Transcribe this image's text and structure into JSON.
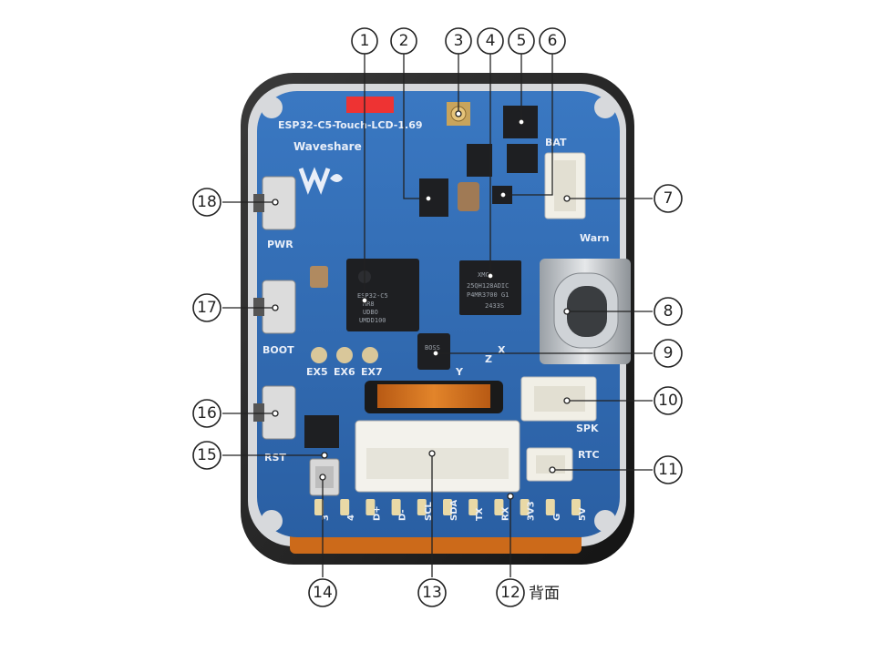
{
  "board": {
    "model": "ESP32-C5-Touch-LCD-1.69",
    "brand": "Waveshare",
    "mcu_marking": [
      "ESP32-C5",
      "HR8",
      "UDBO",
      "UMDD100"
    ],
    "flash_marking": [
      "XMC",
      "25QH128ADIC",
      "P4MR3700 G1",
      "2433S"
    ],
    "imu_marking": "BOSS"
  },
  "silkscreen": {
    "pwr": "PWR",
    "boot": "BOOT",
    "rst": "RST",
    "bat": "BAT",
    "warn": "Warn",
    "spk": "SPK",
    "rtc": "RTC",
    "ex5": "EX5",
    "ex6": "EX6",
    "ex7": "EX7",
    "axis_x": "X",
    "axis_y": "Y",
    "axis_z": "Z"
  },
  "header_pins": [
    "3",
    "4",
    "D+",
    "D-",
    "SCL",
    "SDA",
    "TX",
    "RX",
    "3V3",
    "G",
    "5V"
  ],
  "callouts": [
    "1",
    "2",
    "3",
    "4",
    "5",
    "6",
    "7",
    "8",
    "9",
    "10",
    "11",
    "12",
    "13",
    "14",
    "15",
    "16",
    "17",
    "18"
  ],
  "note_12": "背面"
}
